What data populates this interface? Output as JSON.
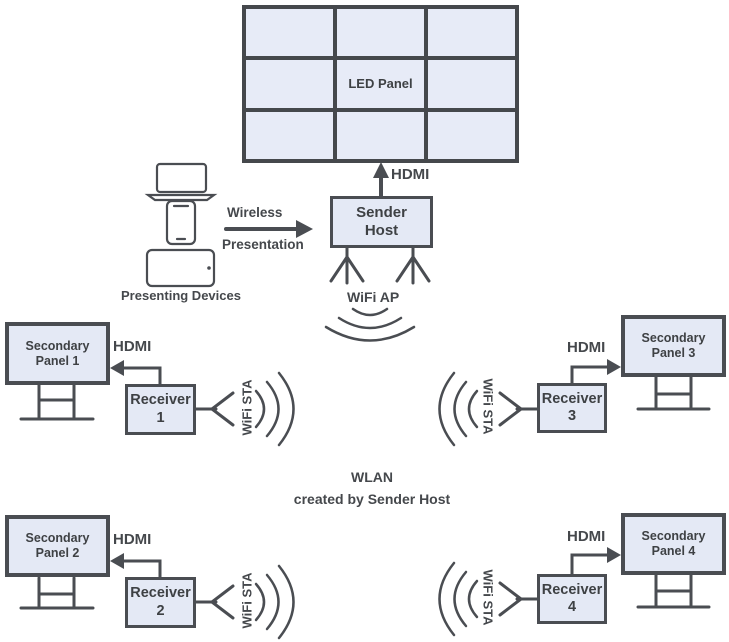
{
  "led_panel": {
    "label": "LED Panel"
  },
  "sender_host": {
    "line1": "Sender",
    "line2": "Host",
    "hdmi_label": "HDMI",
    "wifi_ap_label": "WiFi AP"
  },
  "presenting": {
    "label": "Presenting Devices",
    "arrow_line1": "Wireless",
    "arrow_line2": "Presentation"
  },
  "wlan": {
    "line1": "WLAN",
    "line2": "created by Sender Host"
  },
  "clusters": [
    {
      "panel_line1": "Secondary",
      "panel_line2": "Panel 1",
      "receiver_line1": "Receiver",
      "receiver_line2": "1",
      "hdmi_label": "HDMI",
      "wifi_sta_label": "WiFi STA"
    },
    {
      "panel_line1": "Secondary",
      "panel_line2": "Panel 2",
      "receiver_line1": "Receiver",
      "receiver_line2": "2",
      "hdmi_label": "HDMI",
      "wifi_sta_label": "WiFi STA"
    },
    {
      "panel_line1": "Secondary",
      "panel_line2": "Panel 3",
      "receiver_line1": "Receiver",
      "receiver_line2": "3",
      "hdmi_label": "HDMI",
      "wifi_sta_label": "WiFi STA"
    },
    {
      "panel_line1": "Secondary",
      "panel_line2": "Panel 4",
      "receiver_line1": "Receiver",
      "receiver_line2": "4",
      "hdmi_label": "HDMI",
      "wifi_sta_label": "WiFi STA"
    }
  ],
  "colors": {
    "node_fill": "#e4e9f5",
    "stroke": "#4a4d52",
    "text": "#45484c"
  }
}
